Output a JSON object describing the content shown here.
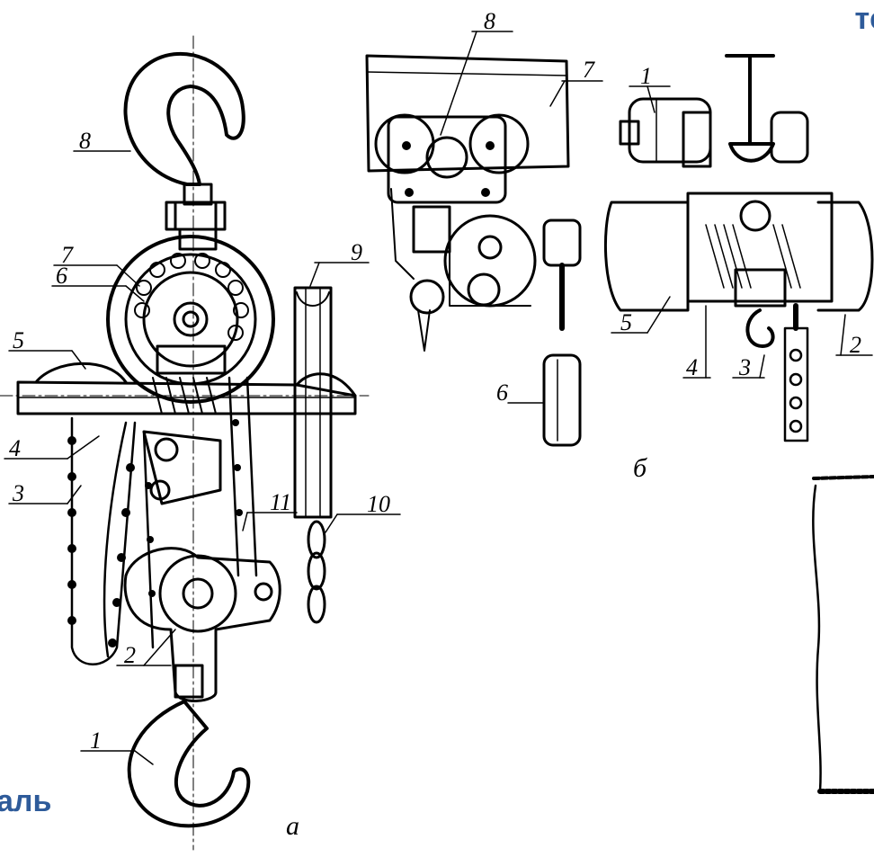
{
  "slide": {
    "title_right": "те",
    "title_left": "аль",
    "accent_color": "#2e5b9a"
  },
  "figure_a": {
    "caption": "а",
    "callouts": [
      "8",
      "7",
      "6",
      "5",
      "4",
      "3",
      "2",
      "1",
      "9",
      "10",
      "11"
    ]
  },
  "figure_b": {
    "caption": "б",
    "trolley_callouts": [
      "8",
      "7",
      "6"
    ],
    "electric_callouts": [
      "1",
      "5",
      "4",
      "3",
      "2"
    ]
  }
}
